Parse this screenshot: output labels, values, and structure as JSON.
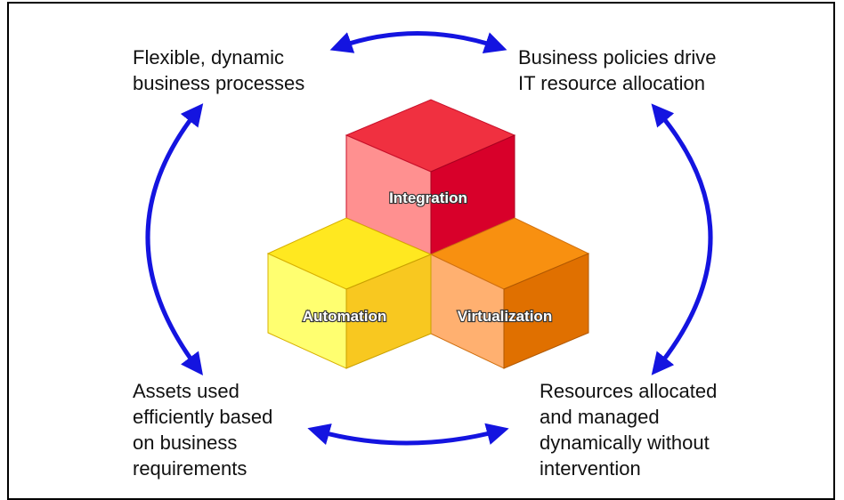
{
  "captions": {
    "top_left": "Flexible, dynamic\nbusiness processes",
    "top_right": "Business policies drive\nIT resource allocation",
    "bottom_left": "Assets used\nefficiently based\non business\nrequirements",
    "bottom_right": "Resources allocated\nand managed\ndynamically without\nintervention"
  },
  "cubes": {
    "integration": "Integration",
    "automation": "Automation",
    "virtualization": "Virtualization"
  },
  "colors": {
    "arrow": "#1414e0",
    "integration_top": "#f03040",
    "integration_left": "#ff9090",
    "integration_right": "#d8002a",
    "automation_top": "#ffe820",
    "automation_left": "#ffff70",
    "automation_right": "#f8c820",
    "virtualization_top": "#f89010",
    "virtualization_left": "#ffb070",
    "virtualization_right": "#e07000"
  }
}
